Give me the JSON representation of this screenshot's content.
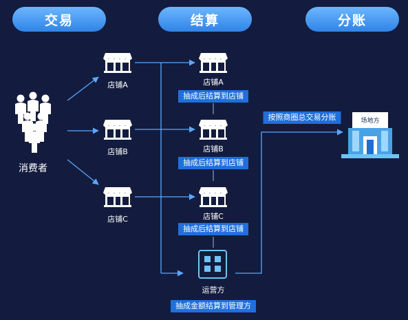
{
  "headers": {
    "trade": "交易",
    "settle": "结算",
    "split": "分账"
  },
  "consumer_label": "消费者",
  "left_stores": [
    "店铺A",
    "店铺B",
    "店铺C"
  ],
  "mid_stores": [
    "店铺A",
    "店铺B",
    "店铺C"
  ],
  "store_settle_tag": "抽成后结算到店铺",
  "operator_label": "运营方",
  "operator_tag": "抽成金额结算到管理方",
  "split_tag": "按照商圈总交易分账",
  "venue_label": "场地方",
  "colors": {
    "background": "#131c3e",
    "accent": "#2f84e8",
    "line": "#5aa8ff",
    "icon": "#ffffff",
    "venue": "#6ec3f5"
  }
}
